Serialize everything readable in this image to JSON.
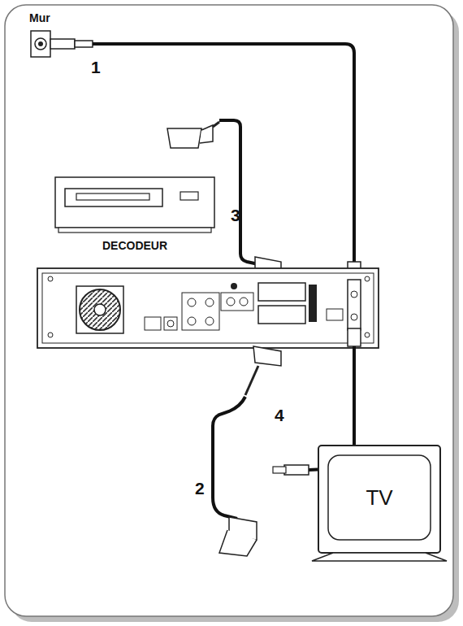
{
  "diagram": {
    "nodes": [
      {
        "text": [
          "Mur"
        ]
      },
      {
        "text": [
          "DECODEUR"
        ]
      },
      {
        "text": [
          "TV"
        ]
      }
    ],
    "labels": [
      "1",
      "3",
      "2",
      "4"
    ]
  }
}
